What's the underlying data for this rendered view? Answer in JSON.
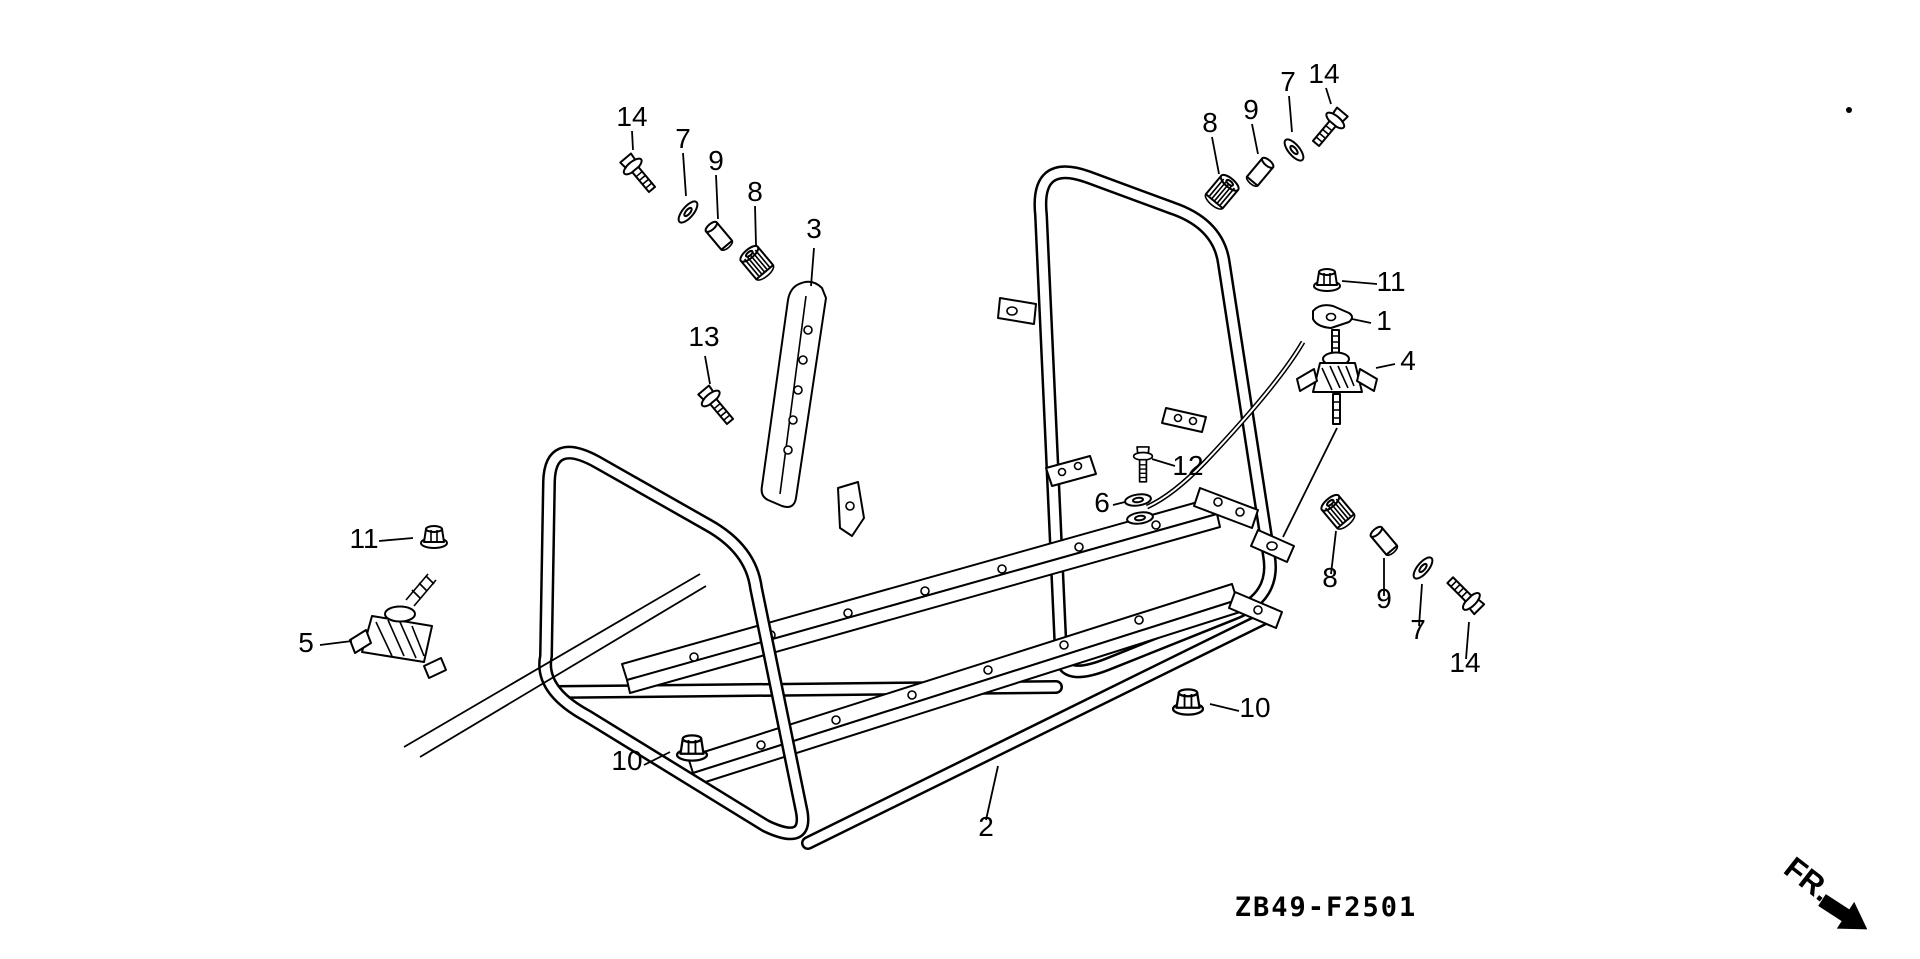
{
  "diagram": {
    "code": "ZB49-F2501",
    "direction_label": "FR."
  },
  "callouts": [
    {
      "text": "14"
    },
    {
      "text": "7"
    },
    {
      "text": "9"
    },
    {
      "text": "8"
    },
    {
      "text": "3"
    },
    {
      "text": "13"
    },
    {
      "text": "8"
    },
    {
      "text": "9"
    },
    {
      "text": "7"
    },
    {
      "text": "14"
    },
    {
      "text": "11"
    },
    {
      "text": "1"
    },
    {
      "text": "4"
    },
    {
      "text": "12"
    },
    {
      "text": "6"
    },
    {
      "text": "8"
    },
    {
      "text": "9"
    },
    {
      "text": "7"
    },
    {
      "text": "14"
    },
    {
      "text": "11"
    },
    {
      "text": "5"
    },
    {
      "text": "10"
    },
    {
      "text": "10"
    },
    {
      "text": "2"
    }
  ]
}
